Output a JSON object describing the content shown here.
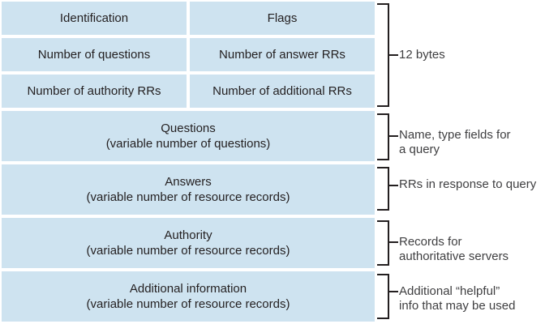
{
  "colors": {
    "cell_background": "#cee3f0",
    "cell_text": "#231f20",
    "annotation_text": "#3f3f41",
    "bracket_line": "#231f20"
  },
  "header_rows": [
    {
      "cells": [
        "Identification",
        "Flags"
      ]
    },
    {
      "cells": [
        "Number of questions",
        "Number of answer RRs"
      ]
    },
    {
      "cells": [
        "Number of authority RRs",
        "Number of additional RRs"
      ]
    }
  ],
  "section_rows": [
    {
      "title": "Questions",
      "subtitle": "(variable number of questions)"
    },
    {
      "title": "Answers",
      "subtitle": "(variable number of resource records)"
    },
    {
      "title": "Authority",
      "subtitle": "(variable number of resource records)"
    },
    {
      "title": "Additional information",
      "subtitle": "(variable number of resource records)"
    }
  ],
  "annotations": [
    {
      "lines": [
        "12 bytes"
      ]
    },
    {
      "lines": [
        "Name, type fields for",
        "a query"
      ]
    },
    {
      "lines": [
        "RRs in response to query"
      ]
    },
    {
      "lines": [
        "Records for",
        "authoritative servers"
      ]
    },
    {
      "lines": [
        "Additional “helpful”",
        "info that may be used"
      ]
    }
  ]
}
